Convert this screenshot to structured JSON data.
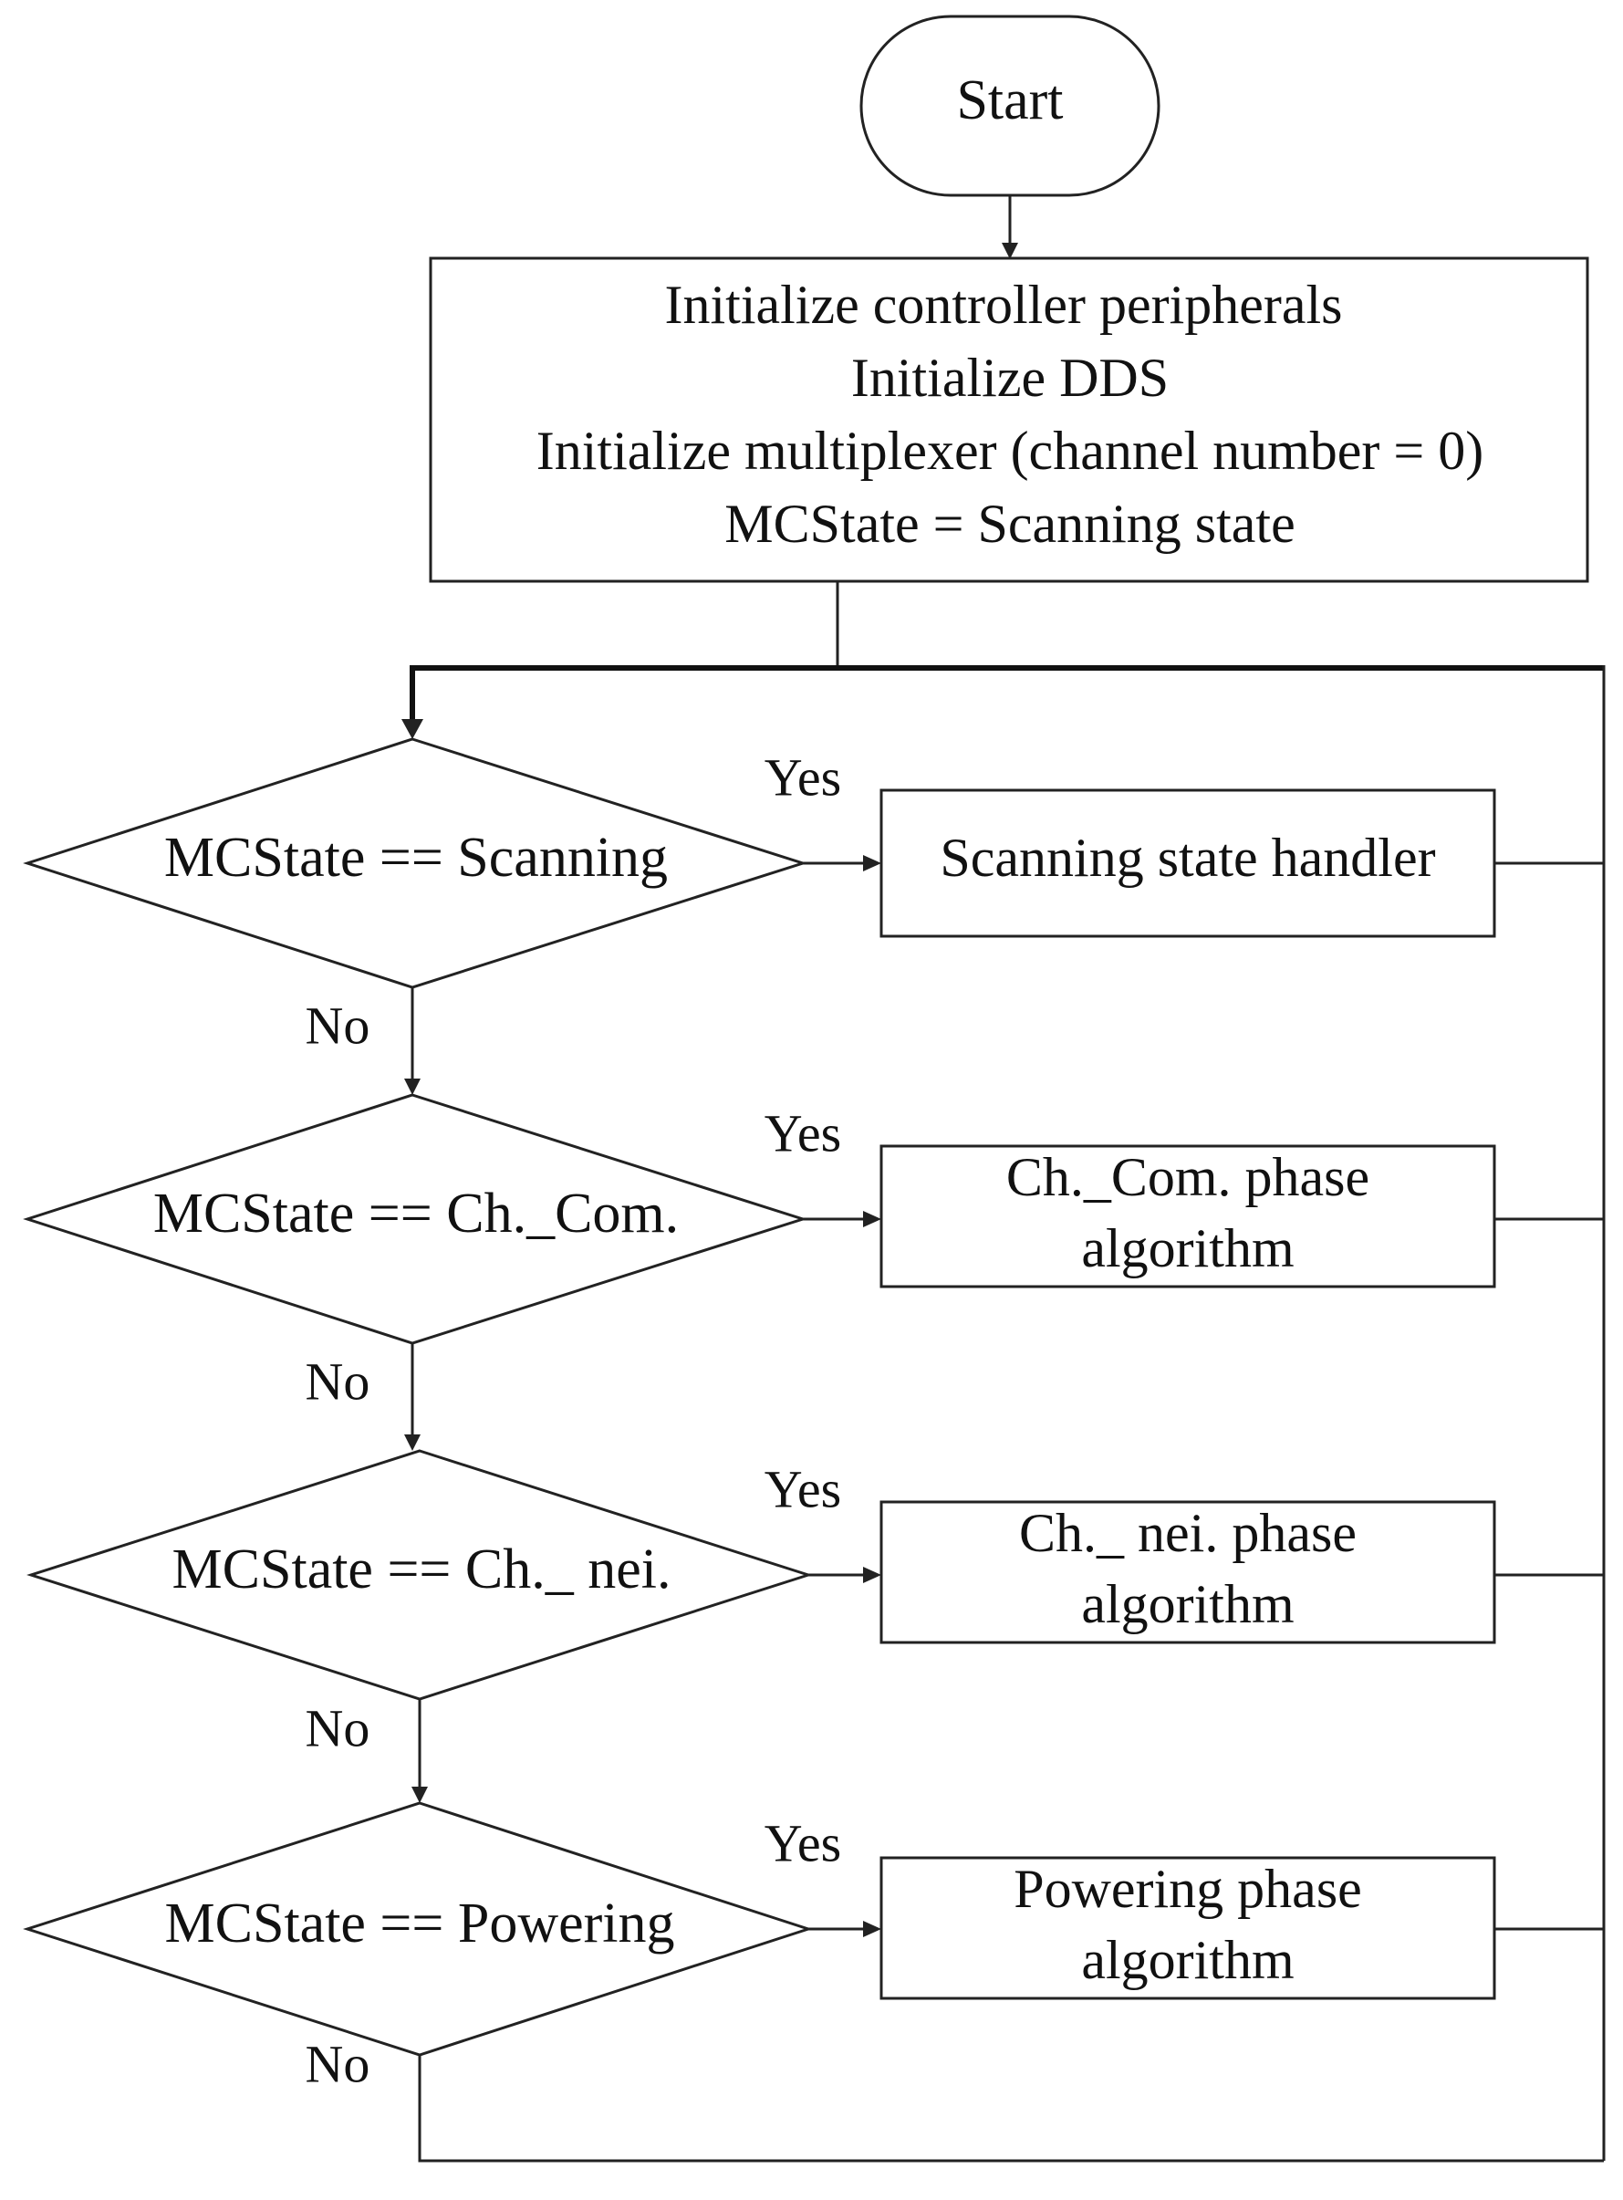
{
  "start": {
    "label": "Start"
  },
  "init": {
    "lines": [
      "Initialize controller peripherals",
      "Initialize DDS",
      "Initialize multiplexer (channel number = 0)",
      "MCState = Scanning state"
    ]
  },
  "decisions": [
    {
      "condition": "MCState == Scanning",
      "yes": "Yes",
      "no": "No"
    },
    {
      "condition": "MCState == Ch._Com.",
      "yes": "Yes",
      "no": "No"
    },
    {
      "condition": "MCState == Ch._ nei.",
      "yes": "Yes",
      "no": "No"
    },
    {
      "condition": "MCState == Powering",
      "yes": "Yes",
      "no": "No"
    }
  ],
  "actions": [
    {
      "lines": [
        "Scanning state handler"
      ]
    },
    {
      "lines": [
        "Ch._Com. phase",
        "algorithm"
      ]
    },
    {
      "lines": [
        "Ch._ nei. phase",
        "algorithm"
      ]
    },
    {
      "lines": [
        "Powering phase",
        "algorithm"
      ]
    }
  ]
}
